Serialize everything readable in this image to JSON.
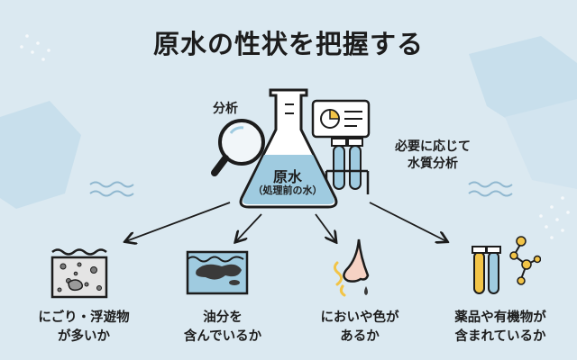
{
  "title": "原水の性状を把握する",
  "left_label": "分析",
  "right_label": [
    "必要に応じて",
    "水質分析"
  ],
  "center": {
    "title": "原水",
    "subtitle": "（処理前の水）"
  },
  "categories": [
    {
      "line1": "にごり・浮遊物",
      "line2": "が多いか",
      "icon": "turbid-water-icon"
    },
    {
      "line1": "油分を",
      "line2": "含んでいるか",
      "icon": "oil-slick-icon"
    },
    {
      "line1": "においや色が",
      "line2": "あるか",
      "icon": "nose-odor-icon"
    },
    {
      "line1": "薬品や有機物が",
      "line2": "含まれているか",
      "icon": "test-tubes-molecule-icon"
    }
  ],
  "colors": {
    "water": "#9fcbe0",
    "outline": "#1c1c1c",
    "background": "#dbe9f1",
    "accent_yellow": "#f2c447"
  }
}
